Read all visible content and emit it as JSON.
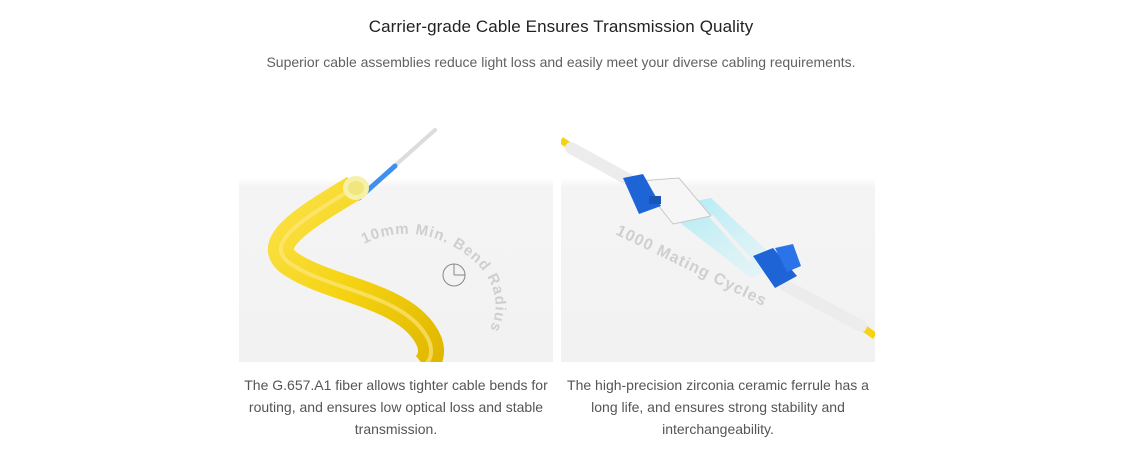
{
  "header": {
    "title": "Carrier-grade Cable Ensures Transmission Quality",
    "subtitle": "Superior cable assemblies reduce light loss and easily meet your diverse cabling requirements."
  },
  "features": [
    {
      "image_text": "10mm Min. Bend Radius",
      "caption": "The G.657.A1 fiber allows tighter cable bends for routing, and ensures low optical loss and stable transmission."
    },
    {
      "image_text": "1000 Mating Cycles",
      "caption": "The high-precision zirconia ceramic ferrule has a long life, and ensures strong stability and interchangeability."
    }
  ],
  "colors": {
    "cable_yellow": "#f5d312",
    "connector_blue": "#1f64d6",
    "fiber_blue": "#3d8ff0"
  }
}
